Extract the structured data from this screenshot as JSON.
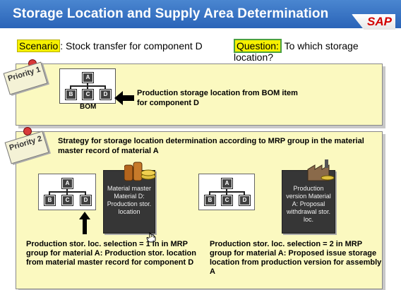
{
  "header": {
    "title": "Storage Location and Supply Area Determination",
    "logo_text": "SAP"
  },
  "scenario": {
    "label": "Scenario",
    "text": ": Stock transfer for component D"
  },
  "question": {
    "label": "Question:",
    "text": " To which storage location?"
  },
  "priority1": {
    "tag": "Priority 1",
    "diagram": {
      "root": "A",
      "children": [
        "B",
        "C",
        "D"
      ],
      "caption": "BOM"
    },
    "text": "Production storage location from BOM item for component D"
  },
  "priority2": {
    "tag": "Priority 2",
    "heading": "Strategy for storage location determination according to MRP group in the material master record of material A",
    "left_diagram": {
      "root": "A",
      "children": [
        "B",
        "C",
        "D"
      ]
    },
    "material_master_box": "Material master Material D: Production stor. location",
    "right_diagram": {
      "root": "A",
      "children": [
        "B",
        "C",
        "D"
      ]
    },
    "production_version_box": "Production version Material A: Proposal withdrawal stor. loc.",
    "left_text": "Production stor. loc. selection = 1 in in MRP group for material A: Production stor. location from material master record for component D",
    "right_text": "Production stor. loc. selection = 2 in MRP group for material A: Proposed issue storage location from production version for assembly A"
  },
  "colors": {
    "header": "#2a64b8",
    "panel": "#fbf9c0",
    "highlight": "#f6f000",
    "sap_red": "#d30000"
  }
}
